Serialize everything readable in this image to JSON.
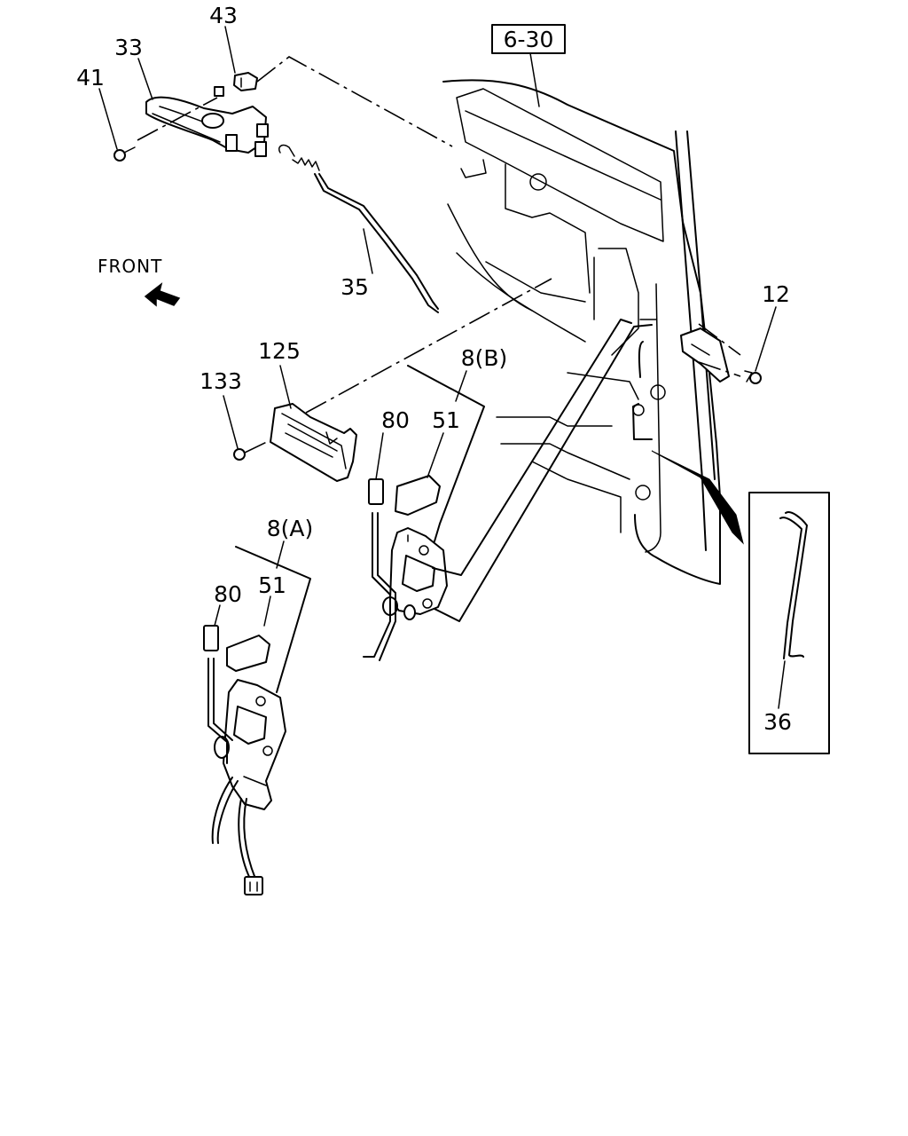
{
  "reference_box": "6-30",
  "front_label": "FRONT",
  "callouts": {
    "c43": "43",
    "c33": "33",
    "c41": "41",
    "c35": "35",
    "c12": "12",
    "c125": "125",
    "c133": "133",
    "c8b": "8(B)",
    "c80b": "80",
    "c51b": "51",
    "c8a": "8(A)",
    "c80a": "80",
    "c51a": "51",
    "c36": "36"
  }
}
